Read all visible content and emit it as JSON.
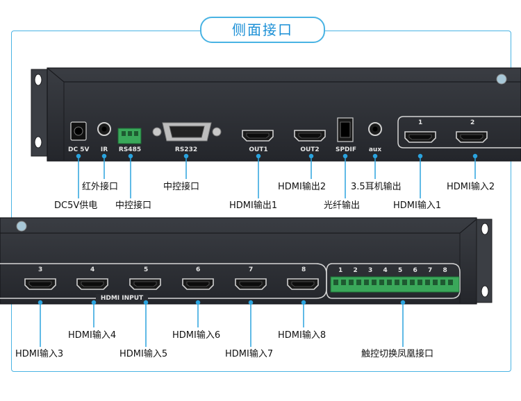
{
  "title": "侧面接口",
  "panel_top": {
    "port_labels": {
      "dc": "DC 5V",
      "ir": "IR",
      "rs485": "RS485",
      "rs232": "RS232",
      "out1": "OUT1",
      "out2": "OUT2",
      "spdif": "SPDIF",
      "aux": "aux"
    },
    "input_numbers": [
      "1",
      "2"
    ]
  },
  "panel_bottom": {
    "input_numbers": [
      "3",
      "4",
      "5",
      "6",
      "7",
      "8"
    ],
    "hdmi_input_label": "HDMI INPUT",
    "terminal_numbers": [
      "1",
      "2",
      "3",
      "4",
      "5",
      "6",
      "7",
      "8"
    ]
  },
  "callouts": {
    "dc": "DC5V供电",
    "ir": "红外接口",
    "rs485": "中控接口",
    "rs232": "中控接口",
    "out1": "HDMI输出1",
    "out2": "HDMI输出2",
    "spdif": "光纤输出",
    "aux": "3.5耳机输出",
    "in1": "HDMI输入1",
    "in2": "HDMI输入2",
    "in3": "HDMI输入3",
    "in4": "HDMI输入4",
    "in5": "HDMI输入5",
    "in6": "HDMI输入6",
    "in7": "HDMI输入7",
    "in8": "HDMI输入8",
    "touch": "触控切换凤凰接口"
  },
  "colors": {
    "accent": "#49b3e3",
    "title_text": "#1a8fd6",
    "panel": "#2e3035",
    "callout_line": "#2aa3de",
    "terminal_green": "#3aa85a"
  }
}
